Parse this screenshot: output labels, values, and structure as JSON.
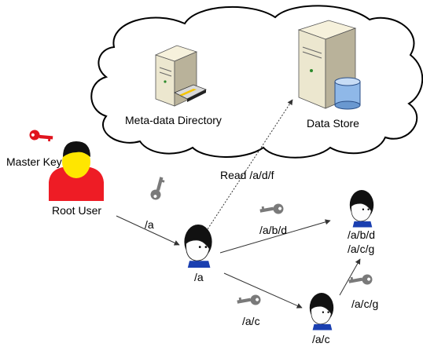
{
  "labels": {
    "meta_directory": "Meta-data Directory",
    "data_store": "Data Store",
    "master_key": "Master Key",
    "root_user": "Root User",
    "read_path": "Read /a/d/f",
    "key_a": "/a",
    "key_abd": "/a/b/d",
    "key_ac": "/a/c",
    "key_acg": "/a/c/g",
    "user_a": "/a",
    "user_top_line1": "/a/b/d",
    "user_top_line2": "/a/c/g",
    "user_bottom": "/a/c"
  },
  "colors": {
    "master_key": "#e0141e",
    "key": "#7a7a7a",
    "root_shirt": "#ee1c25",
    "root_face": "#ffe600",
    "user_shirt": "#1a3fb0",
    "server_body": "#ece7cf",
    "cylinder": "#8fb8e8"
  }
}
